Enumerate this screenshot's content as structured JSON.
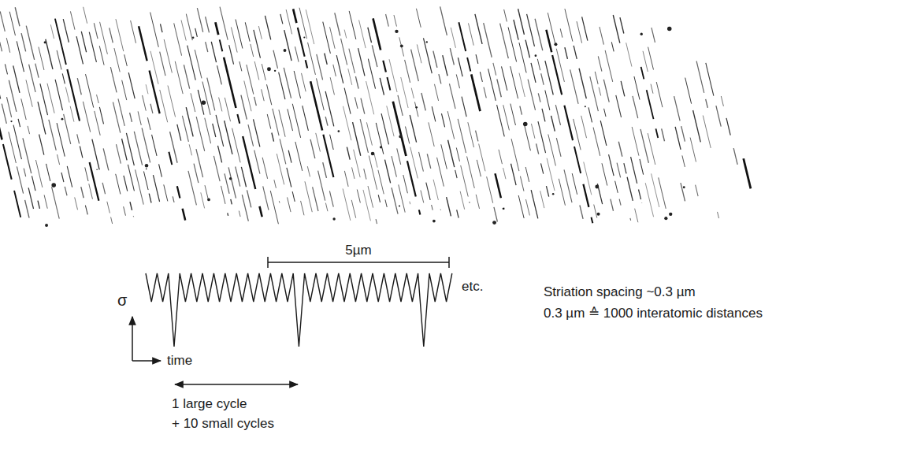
{
  "diagram": {
    "labels": [
      "5µm",
      "σ",
      "time",
      "etc.",
      "1 large cycle",
      "+ 10 small cycles",
      "Striation spacing ~0.3 µm",
      "0.3 µm ≙ 1000 interatomic distances"
    ]
  }
}
